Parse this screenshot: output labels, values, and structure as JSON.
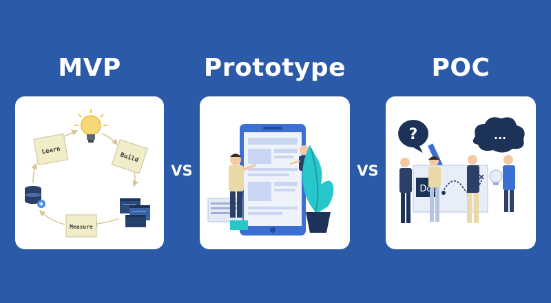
{
  "columns": [
    {
      "title": "MVP"
    },
    {
      "title": "Prototype"
    },
    {
      "title": "POC"
    }
  ],
  "separators": [
    "VS",
    "VS"
  ],
  "mvp_cycle": {
    "steps": [
      "Learn",
      "Build",
      "Measure"
    ],
    "icons": [
      "lightbulb-icon",
      "database-icon",
      "browser-windows-icon"
    ]
  },
  "poc_scene": {
    "board_text": "Do!",
    "bubble_text": "?",
    "bubble_text_2": "..."
  },
  "colors": {
    "background": "#2b5ba8",
    "card": "#ffffff",
    "note": "#f0edc8",
    "accent_cyan": "#27c7cc",
    "accent_blue": "#3b6fd4",
    "navy": "#1c3258"
  }
}
